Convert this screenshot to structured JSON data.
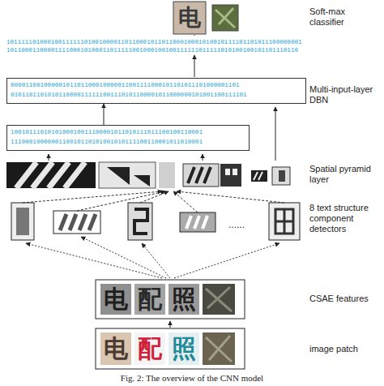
{
  "diagram": {
    "caption": "Fig. 2: The overview of the CNN model",
    "nodes": [
      {
        "text": [
          "00001100100000101101100010000011001111000101101011101000001101",
          "0101101101010110000111111001110101100001011000000101001100111101"
        ]
      },
      {
        "text": [
          "1001011101010100010011100001011010111011100100110001",
          "1110001000000110010110101001010111100110001011010001"
        ]
      }
    ],
    "edges": [
      {
        "from": 1,
        "to": 0,
        "arrow": "to"
      }
    ],
    "labels": [
      "Soft-max classifier",
      "10111110100010011111101001000011011000101101100010001010010111101101011100000001",
      "1011000110000111100010100011011111001000100100111111011111010100100101101110110",
      "Multi-input-layer DBN",
      "Spatial pyramid layer",
      "8 text structure component detectors",
      "......",
      "CSAE features",
      "image patch",
      "电",
      "电",
      "配",
      "照",
      "电",
      "配",
      "照"
    ]
  }
}
